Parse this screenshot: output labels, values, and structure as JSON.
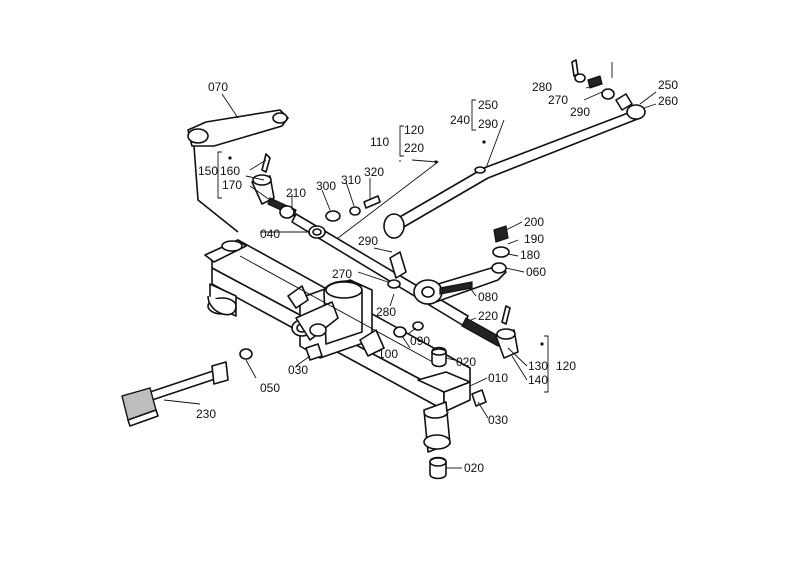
{
  "labels": {
    "p070": "070",
    "p150": "150",
    "p160": "160",
    "p170": "170",
    "p210": "210",
    "p040": "040",
    "p300": "300",
    "p310": "310",
    "p320": "320",
    "p110": "110",
    "p120a": "120",
    "p220a": "220",
    "p240": "240",
    "p250a": "250",
    "p290a": "290",
    "p280a": "280",
    "p270a": "270",
    "p290b": "290",
    "p250b": "250",
    "p260": "260",
    "p200": "200",
    "p190": "190",
    "p180": "180",
    "p060": "060",
    "p290c": "290",
    "p270b": "270",
    "p280b": "280",
    "p080": "080",
    "p220b": "220",
    "p090": "090",
    "p100": "100",
    "p020a": "020",
    "p130": "130",
    "p140": "140",
    "p120b": "120",
    "p010": "010",
    "p030a": "030",
    "p050": "050",
    "p230": "230",
    "p030b": "030",
    "p020b": "020"
  }
}
